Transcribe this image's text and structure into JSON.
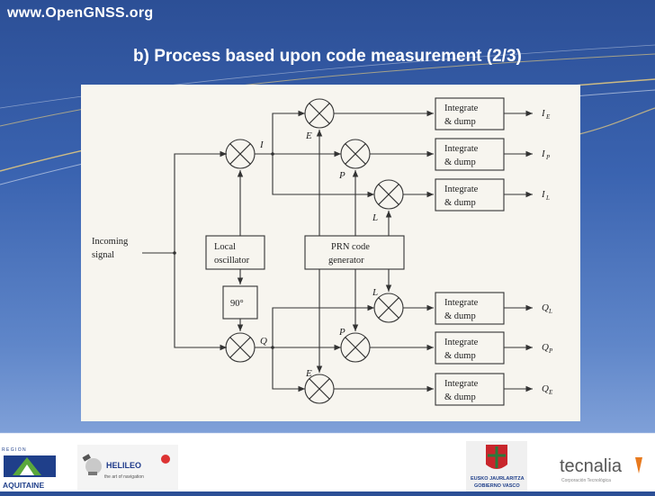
{
  "header": {
    "site_url": "www.OpenGNSS.org",
    "slide_title": "b) Process based upon code measurement (2/3)"
  },
  "diagram": {
    "input_label_line1": "Incoming",
    "input_label_line2": "signal",
    "local_osc_line1": "Local",
    "local_osc_line2": "oscillator",
    "phase_shift": "90°",
    "prn_line1": "PRN code",
    "prn_line2": "generator",
    "branch_i": "I",
    "branch_q": "Q",
    "tap_e": "E",
    "tap_p": "P",
    "tap_l": "L",
    "integrate_line1": "Integrate",
    "integrate_line2": "& dump",
    "outputs": [
      {
        "base": "I",
        "sub": "E"
      },
      {
        "base": "I",
        "sub": "P"
      },
      {
        "base": "I",
        "sub": "L"
      },
      {
        "base": "Q",
        "sub": "L"
      },
      {
        "base": "Q",
        "sub": "P"
      },
      {
        "base": "Q",
        "sub": "E"
      }
    ]
  },
  "footer": {
    "region_label": "R E G I O N",
    "aquitaine": "AQUITAINE",
    "helileo": "HELILEO",
    "helileo_tagline": "the art of navigation",
    "basque_line1": "EUSKO JAURLARITZA",
    "basque_line2": "GOBIERNO VASCO",
    "tecnalia": "tecnalia",
    "tecnalia_tagline": "Corporación Tecnológica"
  },
  "colors": {
    "background_top": "#2c4f96",
    "background_bottom": "#7fa0d8",
    "title_text": "#ffffff",
    "figure_bg": "#f7f5ef",
    "aquitaine_blue": "#1f3f8a",
    "aquitaine_green": "#5aa83c",
    "tecnalia_orange": "#e87a1e"
  }
}
